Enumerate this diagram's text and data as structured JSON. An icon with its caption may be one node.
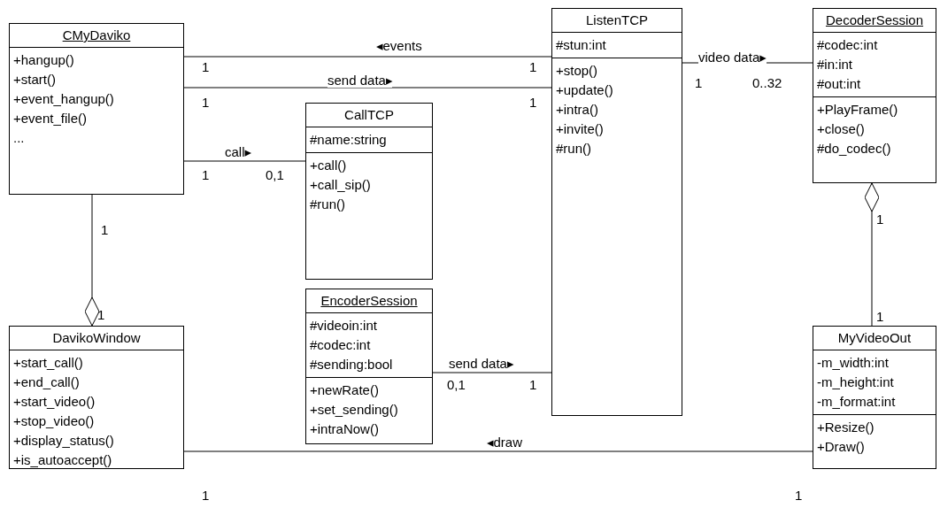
{
  "diagram": {
    "nodes": [
      {
        "text": [
          "CMyDaviko",
          "+hangup()",
          "+start()",
          "+event_hangup()",
          "+event_file()",
          "..."
        ]
      },
      {
        "text": [
          "ListenTCP",
          "#stun:int",
          "+stop()",
          "+update()",
          "+intra()",
          "+invite()",
          "#run()"
        ]
      },
      {
        "text": [
          "DecoderSession",
          "#codec:int",
          "#in:int",
          "#out:int",
          "+PlayFrame()",
          "+close()",
          "#do_codec()"
        ]
      },
      {
        "text": [
          "CallTCP",
          "#name:string",
          "+call()",
          "+call_sip()",
          "#run()"
        ]
      },
      {
        "text": [
          "DavikoWindow",
          "+start_call()",
          "+end_call()",
          "+start_video()",
          "+stop_video()",
          "+display_status()",
          "+is_autoaccept()"
        ]
      },
      {
        "text": [
          "EncoderSession",
          "#videoin:int",
          "#codec:int",
          "#sending:bool",
          "+newRate()",
          "+set_sending()",
          "+intraNow()"
        ]
      },
      {
        "text": [
          "MyVideoOut",
          "-m_width:int",
          "-m_height:int",
          "-m_format:int",
          "+Resize()",
          "+Draw()"
        ]
      }
    ],
    "edges": [
      {
        "from": 0,
        "to": 1,
        "arrow": "none",
        "label": "◂events"
      },
      {
        "from": 0,
        "to": 1,
        "arrow": "none",
        "label": "send data▸"
      },
      {
        "from": 0,
        "to": 3,
        "arrow": "none",
        "label": "call▸"
      },
      {
        "from": 4,
        "to": 0,
        "arrow": "other"
      },
      {
        "from": 1,
        "to": 2,
        "arrow": "none",
        "label": "video data▸"
      },
      {
        "from": 2,
        "to": 6,
        "arrow": "other"
      },
      {
        "from": 5,
        "to": 1,
        "arrow": "none",
        "label": "send data▸"
      },
      {
        "from": 4,
        "to": 6,
        "arrow": "none",
        "label": "◂draw"
      }
    ],
    "labels": [
      "1",
      "1",
      "1",
      "1",
      "1",
      "0..32",
      "1",
      "0,1",
      "1",
      "1",
      "1",
      "1",
      "0,1",
      "1",
      "1",
      "1"
    ]
  }
}
